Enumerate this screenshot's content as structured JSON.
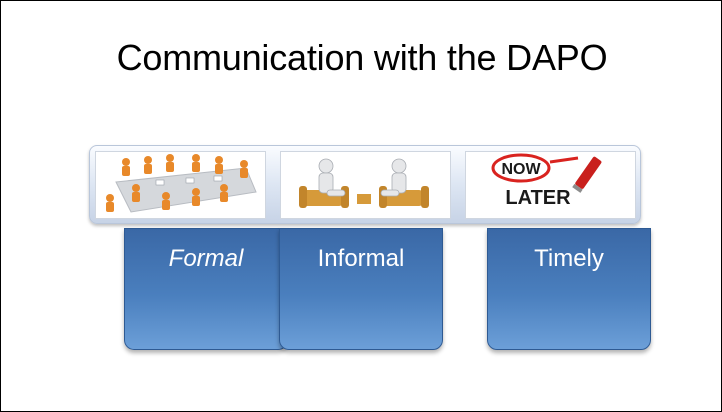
{
  "slide": {
    "title": "Communication with the DAPO"
  },
  "panels": [
    {
      "label": "Formal",
      "image": "meeting-table-figures-image"
    },
    {
      "label": "Informal",
      "image": "two-figures-seated-image"
    },
    {
      "label": "Timely",
      "image": "now-later-sign-image"
    }
  ],
  "sign": {
    "top_text": "NOW",
    "bottom_text": "LATER"
  },
  "colors": {
    "card_blue": "#4a7fbe",
    "figure_orange": "#e8892a",
    "sign_red": "#d9231f"
  }
}
